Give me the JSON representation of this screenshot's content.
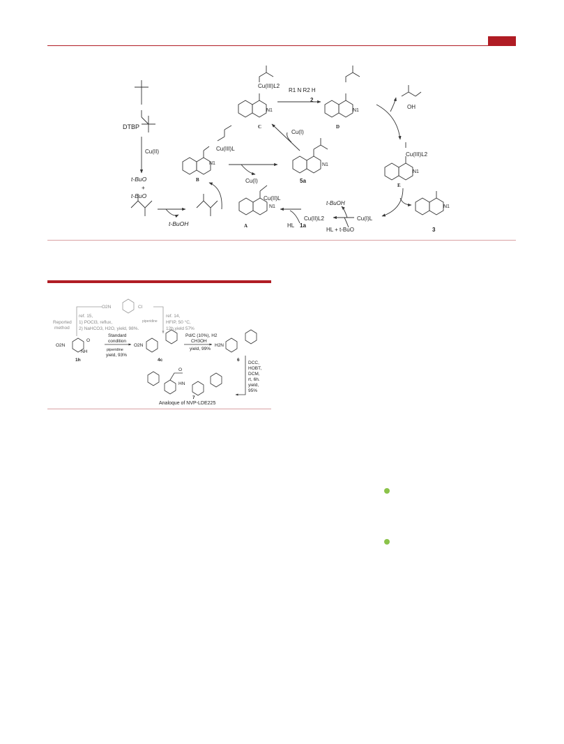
{
  "header": {
    "accent_color": "#b01c24",
    "rule_color": "#b01c24"
  },
  "scheme1": {
    "reagent_dtbp": "DTBP",
    "cu_ii": "Cu(II)",
    "tbuo_radical": "t-BuO",
    "plus": "+",
    "tbuo_radical_2": "t-BuO",
    "tbuoh": "t-BuOH",
    "label_A": "A",
    "label_B": "B",
    "label_C": "C",
    "label_D": "D",
    "label_E": "E",
    "label_5a": "5a",
    "label_3": "3",
    "label_1a": "1a",
    "label_2": "2",
    "cu_i_B": "Cu(I)",
    "cu_i_C": "Cu(I)",
    "cu_ii_L_A": "Cu(II)L",
    "cu_iii_L2_B": "Cu(III)L",
    "cu_iii_L2_C": "Cu(III)L2",
    "cu_iii_L2_E": "Cu(III)L2",
    "cu_ii_L2": "Cu(II)L2",
    "cu_i_L": "Cu(I)L",
    "hl": "HL",
    "hl_tbuo": "HL + t-BuO",
    "tbuoh_right": "t-BuOH",
    "amine": "R1 N R2 H",
    "oh": "OH",
    "n1": "N1",
    "n": "N"
  },
  "scheme2": {
    "reported_method": "Reported method",
    "ref15_lines": [
      "ref. 15,",
      "1) POCl3, reflux,",
      "2) NaHCO3, H2O, yield, 98%."
    ],
    "ref14_lines": [
      "ref. 14,",
      "HFIP, 50 °C,",
      "12h,yield 57%"
    ],
    "piperidine_small": "piperidine",
    "std_condition": [
      "Standard",
      "condition"
    ],
    "piperidine": "piperidine",
    "yield93": "yield, 93%",
    "pdc_lines": [
      "Pd/C (10%), H2",
      "CH3OH",
      "yield, 99%"
    ],
    "dcc_lines": [
      "DCC,",
      "HOBT,",
      "DCM,",
      "rt, 6h.",
      "yield,",
      "95%"
    ],
    "label_1h": "1h",
    "label_4c": "4c",
    "label_6": "6",
    "label_7": "7",
    "analogue": "Analoque of NVP-LDE225",
    "o2n": "O2N",
    "h2n": "H2N",
    "hn": "HN",
    "cl": "Cl",
    "nh": "NH",
    "o": "O"
  },
  "bullets_color": "#8bc34a"
}
